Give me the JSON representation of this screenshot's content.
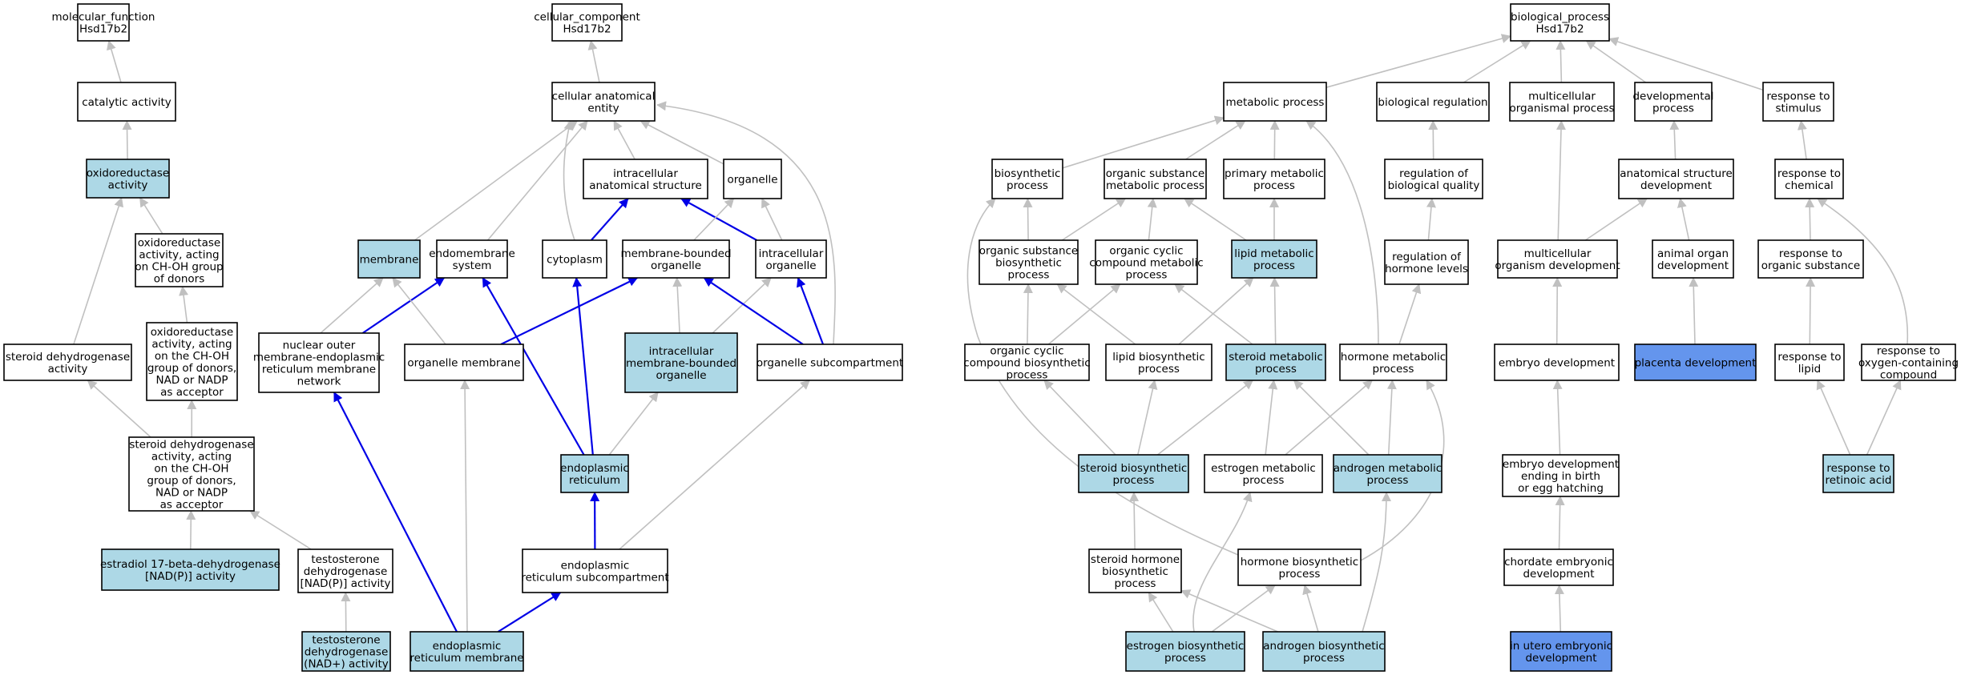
{
  "colors": {
    "white": "#ffffff",
    "light_blue": "#add8e6",
    "cornflower": "#6495ed",
    "edge_gray": "#c0c0c0",
    "edge_blue": "#0000e6"
  },
  "nodes": {
    "mf_root": {
      "lines": [
        "molecular_function",
        "Hsd17b2"
      ],
      "fill": "white"
    },
    "catalytic": {
      "lines": [
        "catalytic activity"
      ],
      "fill": "white"
    },
    "oxidoreductase": {
      "lines": [
        "oxidoreductase",
        "activity"
      ],
      "fill": "light_blue"
    },
    "ox_choh": {
      "lines": [
        "oxidoreductase",
        "activity, acting",
        "on CH-OH group",
        "of donors"
      ],
      "fill": "white"
    },
    "ox_nad": {
      "lines": [
        "oxidoreductase",
        "activity, acting",
        "on the CH-OH",
        "group of donors,",
        "NAD or NADP",
        "as acceptor"
      ],
      "fill": "white"
    },
    "steroid_dh": {
      "lines": [
        "steroid dehydrogenase",
        "activity"
      ],
      "fill": "white"
    },
    "steroid_dh_nad": {
      "lines": [
        "steroid dehydrogenase",
        "activity, acting",
        "on the CH-OH",
        "group of donors,",
        "NAD or NADP",
        "as acceptor"
      ],
      "fill": "white"
    },
    "estradiol": {
      "lines": [
        "estradiol 17-beta-dehydrogenase",
        "[NAD(P)] activity"
      ],
      "fill": "light_blue"
    },
    "testo_nadp": {
      "lines": [
        "testosterone",
        "dehydrogenase",
        "[NAD(P)] activity"
      ],
      "fill": "white"
    },
    "testo_nad": {
      "lines": [
        "testosterone",
        "dehydrogenase",
        "(NAD+) activity"
      ],
      "fill": "light_blue"
    },
    "cc_root": {
      "lines": [
        "cellular_component",
        "Hsd17b2"
      ],
      "fill": "white"
    },
    "cae": {
      "lines": [
        "cellular anatomical",
        "entity"
      ],
      "fill": "white"
    },
    "ias": {
      "lines": [
        "intracellular",
        "anatomical structure"
      ],
      "fill": "white"
    },
    "organelle": {
      "lines": [
        "organelle"
      ],
      "fill": "white"
    },
    "membrane": {
      "lines": [
        "membrane"
      ],
      "fill": "light_blue"
    },
    "endomembrane": {
      "lines": [
        "endomembrane",
        "system"
      ],
      "fill": "white"
    },
    "cytoplasm": {
      "lines": [
        "cytoplasm"
      ],
      "fill": "white"
    },
    "mbo": {
      "lines": [
        "membrane-bounded",
        "organelle"
      ],
      "fill": "white"
    },
    "ico": {
      "lines": [
        "intracellular",
        "organelle"
      ],
      "fill": "white"
    },
    "nuclear_outer": {
      "lines": [
        "nuclear outer",
        "membrane-endoplasmic",
        "reticulum membrane",
        "network"
      ],
      "fill": "white"
    },
    "organelle_membrane": {
      "lines": [
        "organelle membrane"
      ],
      "fill": "white"
    },
    "imbo": {
      "lines": [
        "intracellular",
        "membrane-bounded",
        "organelle"
      ],
      "fill": "light_blue"
    },
    "organelle_sub": {
      "lines": [
        "organelle subcompartment"
      ],
      "fill": "white"
    },
    "er": {
      "lines": [
        "endoplasmic",
        "reticulum"
      ],
      "fill": "light_blue"
    },
    "er_sub": {
      "lines": [
        "endoplasmic",
        "reticulum subcompartment"
      ],
      "fill": "white"
    },
    "er_membrane": {
      "lines": [
        "endoplasmic",
        "reticulum membrane"
      ],
      "fill": "light_blue"
    },
    "bp_root": {
      "lines": [
        "biological_process",
        "Hsd17b2"
      ],
      "fill": "white"
    },
    "metabolic": {
      "lines": [
        "metabolic process"
      ],
      "fill": "white"
    },
    "bio_reg": {
      "lines": [
        "biological regulation"
      ],
      "fill": "white"
    },
    "multi_org": {
      "lines": [
        "multicellular",
        "organismal process"
      ],
      "fill": "white"
    },
    "developmental": {
      "lines": [
        "developmental",
        "process"
      ],
      "fill": "white"
    },
    "response_stim": {
      "lines": [
        "response to",
        "stimulus"
      ],
      "fill": "white"
    },
    "biosynthetic": {
      "lines": [
        "biosynthetic",
        "process"
      ],
      "fill": "white"
    },
    "osm": {
      "lines": [
        "organic substance",
        "metabolic process"
      ],
      "fill": "white"
    },
    "primary_met": {
      "lines": [
        "primary metabolic",
        "process"
      ],
      "fill": "white"
    },
    "reg_bio_qual": {
      "lines": [
        "regulation of",
        "biological quality"
      ],
      "fill": "white"
    },
    "anat_struct_dev": {
      "lines": [
        "anatomical structure",
        "development"
      ],
      "fill": "white"
    },
    "resp_chem": {
      "lines": [
        "response to",
        "chemical"
      ],
      "fill": "white"
    },
    "osb": {
      "lines": [
        "organic substance",
        "biosynthetic",
        "process"
      ],
      "fill": "white"
    },
    "occm": {
      "lines": [
        "organic cyclic",
        "compound metabolic",
        "process"
      ],
      "fill": "white"
    },
    "lipid_met": {
      "lines": [
        "lipid metabolic",
        "process"
      ],
      "fill": "light_blue"
    },
    "reg_hormone": {
      "lines": [
        "regulation of",
        "hormone levels"
      ],
      "fill": "white"
    },
    "multi_org_dev": {
      "lines": [
        "multicellular",
        "organism development"
      ],
      "fill": "white"
    },
    "animal_organ_dev": {
      "lines": [
        "animal organ",
        "development"
      ],
      "fill": "white"
    },
    "resp_org_sub": {
      "lines": [
        "response to",
        "organic substance"
      ],
      "fill": "white"
    },
    "occb": {
      "lines": [
        "organic cyclic",
        "compound biosynthetic",
        "process"
      ],
      "fill": "white"
    },
    "lipid_bio": {
      "lines": [
        "lipid biosynthetic",
        "process"
      ],
      "fill": "white"
    },
    "steroid_met": {
      "lines": [
        "steroid metabolic",
        "process"
      ],
      "fill": "light_blue"
    },
    "hormone_met": {
      "lines": [
        "hormone metabolic",
        "process"
      ],
      "fill": "white"
    },
    "embryo_dev": {
      "lines": [
        "embryo development"
      ],
      "fill": "white"
    },
    "placenta_dev": {
      "lines": [
        "placenta development"
      ],
      "fill": "cornflower"
    },
    "resp_lipid": {
      "lines": [
        "response to",
        "lipid"
      ],
      "fill": "white"
    },
    "resp_oxy": {
      "lines": [
        "response to",
        "oxygen-containing",
        "compound"
      ],
      "fill": "white"
    },
    "steroid_bio": {
      "lines": [
        "steroid biosynthetic",
        "process"
      ],
      "fill": "light_blue"
    },
    "estrogen_met": {
      "lines": [
        "estrogen metabolic",
        "process"
      ],
      "fill": "white"
    },
    "androgen_met": {
      "lines": [
        "androgen metabolic",
        "process"
      ],
      "fill": "light_blue"
    },
    "embryo_birth": {
      "lines": [
        "embryo development",
        "ending in birth",
        "or egg hatching"
      ],
      "fill": "white"
    },
    "resp_retinoic": {
      "lines": [
        "response to",
        "retinoic acid"
      ],
      "fill": "light_blue"
    },
    "steroid_hormone_bio": {
      "lines": [
        "steroid hormone",
        "biosynthetic",
        "process"
      ],
      "fill": "white"
    },
    "hormone_bio": {
      "lines": [
        "hormone biosynthetic",
        "process"
      ],
      "fill": "white"
    },
    "chordate_dev": {
      "lines": [
        "chordate embryonic",
        "development"
      ],
      "fill": "white"
    },
    "estrogen_bio": {
      "lines": [
        "estrogen biosynthetic",
        "process"
      ],
      "fill": "light_blue"
    },
    "androgen_bio": {
      "lines": [
        "androgen biosynthetic",
        "process"
      ],
      "fill": "light_blue"
    },
    "in_utero": {
      "lines": [
        "in utero embryonic",
        "development"
      ],
      "fill": "cornflower"
    }
  },
  "edges": [
    {
      "from": "catalytic",
      "to": "mf_root",
      "type": "is_a"
    },
    {
      "from": "oxidoreductase",
      "to": "catalytic",
      "type": "is_a"
    },
    {
      "from": "ox_choh",
      "to": "oxidoreductase",
      "type": "is_a"
    },
    {
      "from": "ox_nad",
      "to": "ox_choh",
      "type": "is_a"
    },
    {
      "from": "steroid_dh",
      "to": "oxidoreductase",
      "type": "is_a"
    },
    {
      "from": "steroid_dh_nad",
      "to": "ox_nad",
      "type": "is_a"
    },
    {
      "from": "steroid_dh_nad",
      "to": "steroid_dh",
      "type": "is_a"
    },
    {
      "from": "estradiol",
      "to": "steroid_dh_nad",
      "type": "is_a"
    },
    {
      "from": "testo_nadp",
      "to": "steroid_dh_nad",
      "type": "is_a"
    },
    {
      "from": "testo_nad",
      "to": "testo_nadp",
      "type": "is_a"
    },
    {
      "from": "cae",
      "to": "cc_root",
      "type": "is_a"
    },
    {
      "from": "ias",
      "to": "cae",
      "type": "is_a"
    },
    {
      "from": "organelle",
      "to": "cae",
      "type": "is_a"
    },
    {
      "from": "membrane",
      "to": "cae",
      "type": "is_a"
    },
    {
      "from": "endomembrane",
      "to": "cae",
      "type": "is_a"
    },
    {
      "from": "cytoplasm",
      "to": "cae",
      "type": "is_a"
    },
    {
      "from": "organelle_sub",
      "to": "cae",
      "type": "is_a"
    },
    {
      "from": "cytoplasm",
      "to": "ias",
      "type": "part_of"
    },
    {
      "from": "ico",
      "to": "ias",
      "type": "part_of"
    },
    {
      "from": "mbo",
      "to": "organelle",
      "type": "is_a"
    },
    {
      "from": "ico",
      "to": "organelle",
      "type": "is_a"
    },
    {
      "from": "nuclear_outer",
      "to": "membrane",
      "type": "is_a"
    },
    {
      "from": "nuclear_outer",
      "to": "endomembrane",
      "type": "part_of"
    },
    {
      "from": "organelle_membrane",
      "to": "membrane",
      "type": "is_a"
    },
    {
      "from": "organelle_membrane",
      "to": "mbo",
      "type": "part_of"
    },
    {
      "from": "er",
      "to": "endomembrane",
      "type": "part_of"
    },
    {
      "from": "er",
      "to": "cytoplasm",
      "type": "part_of"
    },
    {
      "from": "imbo",
      "to": "mbo",
      "type": "is_a"
    },
    {
      "from": "imbo",
      "to": "ico",
      "type": "is_a"
    },
    {
      "from": "organelle_sub",
      "to": "mbo",
      "type": "part_of"
    },
    {
      "from": "organelle_sub",
      "to": "ico",
      "type": "part_of"
    },
    {
      "from": "er",
      "to": "imbo",
      "type": "is_a"
    },
    {
      "from": "er_sub",
      "to": "er",
      "type": "part_of"
    },
    {
      "from": "er_sub",
      "to": "organelle_sub",
      "type": "is_a"
    },
    {
      "from": "er_membrane",
      "to": "organelle_membrane",
      "type": "is_a"
    },
    {
      "from": "er_membrane",
      "to": "er_sub",
      "type": "part_of"
    },
    {
      "from": "er_membrane",
      "to": "nuclear_outer",
      "type": "part_of"
    },
    {
      "from": "metabolic",
      "to": "bp_root",
      "type": "is_a"
    },
    {
      "from": "bio_reg",
      "to": "bp_root",
      "type": "is_a"
    },
    {
      "from": "multi_org",
      "to": "bp_root",
      "type": "is_a"
    },
    {
      "from": "developmental",
      "to": "bp_root",
      "type": "is_a"
    },
    {
      "from": "response_stim",
      "to": "bp_root",
      "type": "is_a"
    },
    {
      "from": "biosynthetic",
      "to": "metabolic",
      "type": "is_a"
    },
    {
      "from": "osm",
      "to": "metabolic",
      "type": "is_a"
    },
    {
      "from": "primary_met",
      "to": "metabolic",
      "type": "is_a"
    },
    {
      "from": "hormone_met",
      "to": "metabolic",
      "type": "is_a"
    },
    {
      "from": "reg_bio_qual",
      "to": "bio_reg",
      "type": "is_a"
    },
    {
      "from": "anat_struct_dev",
      "to": "developmental",
      "type": "is_a"
    },
    {
      "from": "resp_chem",
      "to": "response_stim",
      "type": "is_a"
    },
    {
      "from": "osb",
      "to": "biosynthetic",
      "type": "is_a"
    },
    {
      "from": "osb",
      "to": "osm",
      "type": "is_a"
    },
    {
      "from": "occm",
      "to": "osm",
      "type": "is_a"
    },
    {
      "from": "lipid_met",
      "to": "osm",
      "type": "is_a"
    },
    {
      "from": "lipid_met",
      "to": "primary_met",
      "type": "is_a"
    },
    {
      "from": "reg_hormone",
      "to": "reg_bio_qual",
      "type": "is_a"
    },
    {
      "from": "multi_org_dev",
      "to": "multi_org",
      "type": "is_a"
    },
    {
      "from": "multi_org_dev",
      "to": "anat_struct_dev",
      "type": "is_a"
    },
    {
      "from": "animal_organ_dev",
      "to": "anat_struct_dev",
      "type": "is_a"
    },
    {
      "from": "resp_org_sub",
      "to": "resp_chem",
      "type": "is_a"
    },
    {
      "from": "resp_oxy",
      "to": "resp_chem",
      "type": "is_a"
    },
    {
      "from": "occb",
      "to": "osb",
      "type": "is_a"
    },
    {
      "from": "occb",
      "to": "occm",
      "type": "is_a"
    },
    {
      "from": "lipid_bio",
      "to": "osb",
      "type": "is_a"
    },
    {
      "from": "lipid_bio",
      "to": "lipid_met",
      "type": "is_a"
    },
    {
      "from": "steroid_met",
      "to": "lipid_met",
      "type": "is_a"
    },
    {
      "from": "steroid_met",
      "to": "occm",
      "type": "is_a"
    },
    {
      "from": "hormone_met",
      "to": "reg_hormone",
      "type": "is_a"
    },
    {
      "from": "embryo_dev",
      "to": "multi_org_dev",
      "type": "is_a"
    },
    {
      "from": "placenta_dev",
      "to": "animal_organ_dev",
      "type": "is_a"
    },
    {
      "from": "resp_lipid",
      "to": "resp_org_sub",
      "type": "is_a"
    },
    {
      "from": "steroid_bio",
      "to": "occb",
      "type": "is_a"
    },
    {
      "from": "steroid_bio",
      "to": "lipid_bio",
      "type": "is_a"
    },
    {
      "from": "steroid_bio",
      "to": "steroid_met",
      "type": "is_a"
    },
    {
      "from": "estrogen_met",
      "to": "steroid_met",
      "type": "is_a"
    },
    {
      "from": "estrogen_met",
      "to": "hormone_met",
      "type": "is_a"
    },
    {
      "from": "androgen_met",
      "to": "steroid_met",
      "type": "is_a"
    },
    {
      "from": "androgen_met",
      "to": "hormone_met",
      "type": "is_a"
    },
    {
      "from": "embryo_birth",
      "to": "embryo_dev",
      "type": "is_a"
    },
    {
      "from": "resp_retinoic",
      "to": "resp_lipid",
      "type": "is_a"
    },
    {
      "from": "resp_retinoic",
      "to": "resp_oxy",
      "type": "is_a"
    },
    {
      "from": "steroid_hormone_bio",
      "to": "steroid_bio",
      "type": "is_a"
    },
    {
      "from": "hormone_bio",
      "to": "biosynthetic",
      "type": "is_a"
    },
    {
      "from": "hormone_bio",
      "to": "hormone_met",
      "type": "is_a"
    },
    {
      "from": "chordate_dev",
      "to": "embryo_birth",
      "type": "is_a"
    },
    {
      "from": "estrogen_bio",
      "to": "steroid_hormone_bio",
      "type": "is_a"
    },
    {
      "from": "estrogen_bio",
      "to": "hormone_bio",
      "type": "is_a"
    },
    {
      "from": "estrogen_bio",
      "to": "estrogen_met",
      "type": "is_a"
    },
    {
      "from": "androgen_bio",
      "to": "steroid_hormone_bio",
      "type": "is_a"
    },
    {
      "from": "androgen_bio",
      "to": "hormone_bio",
      "type": "is_a"
    },
    {
      "from": "androgen_bio",
      "to": "androgen_met",
      "type": "is_a"
    },
    {
      "from": "in_utero",
      "to": "chordate_dev",
      "type": "is_a"
    }
  ]
}
